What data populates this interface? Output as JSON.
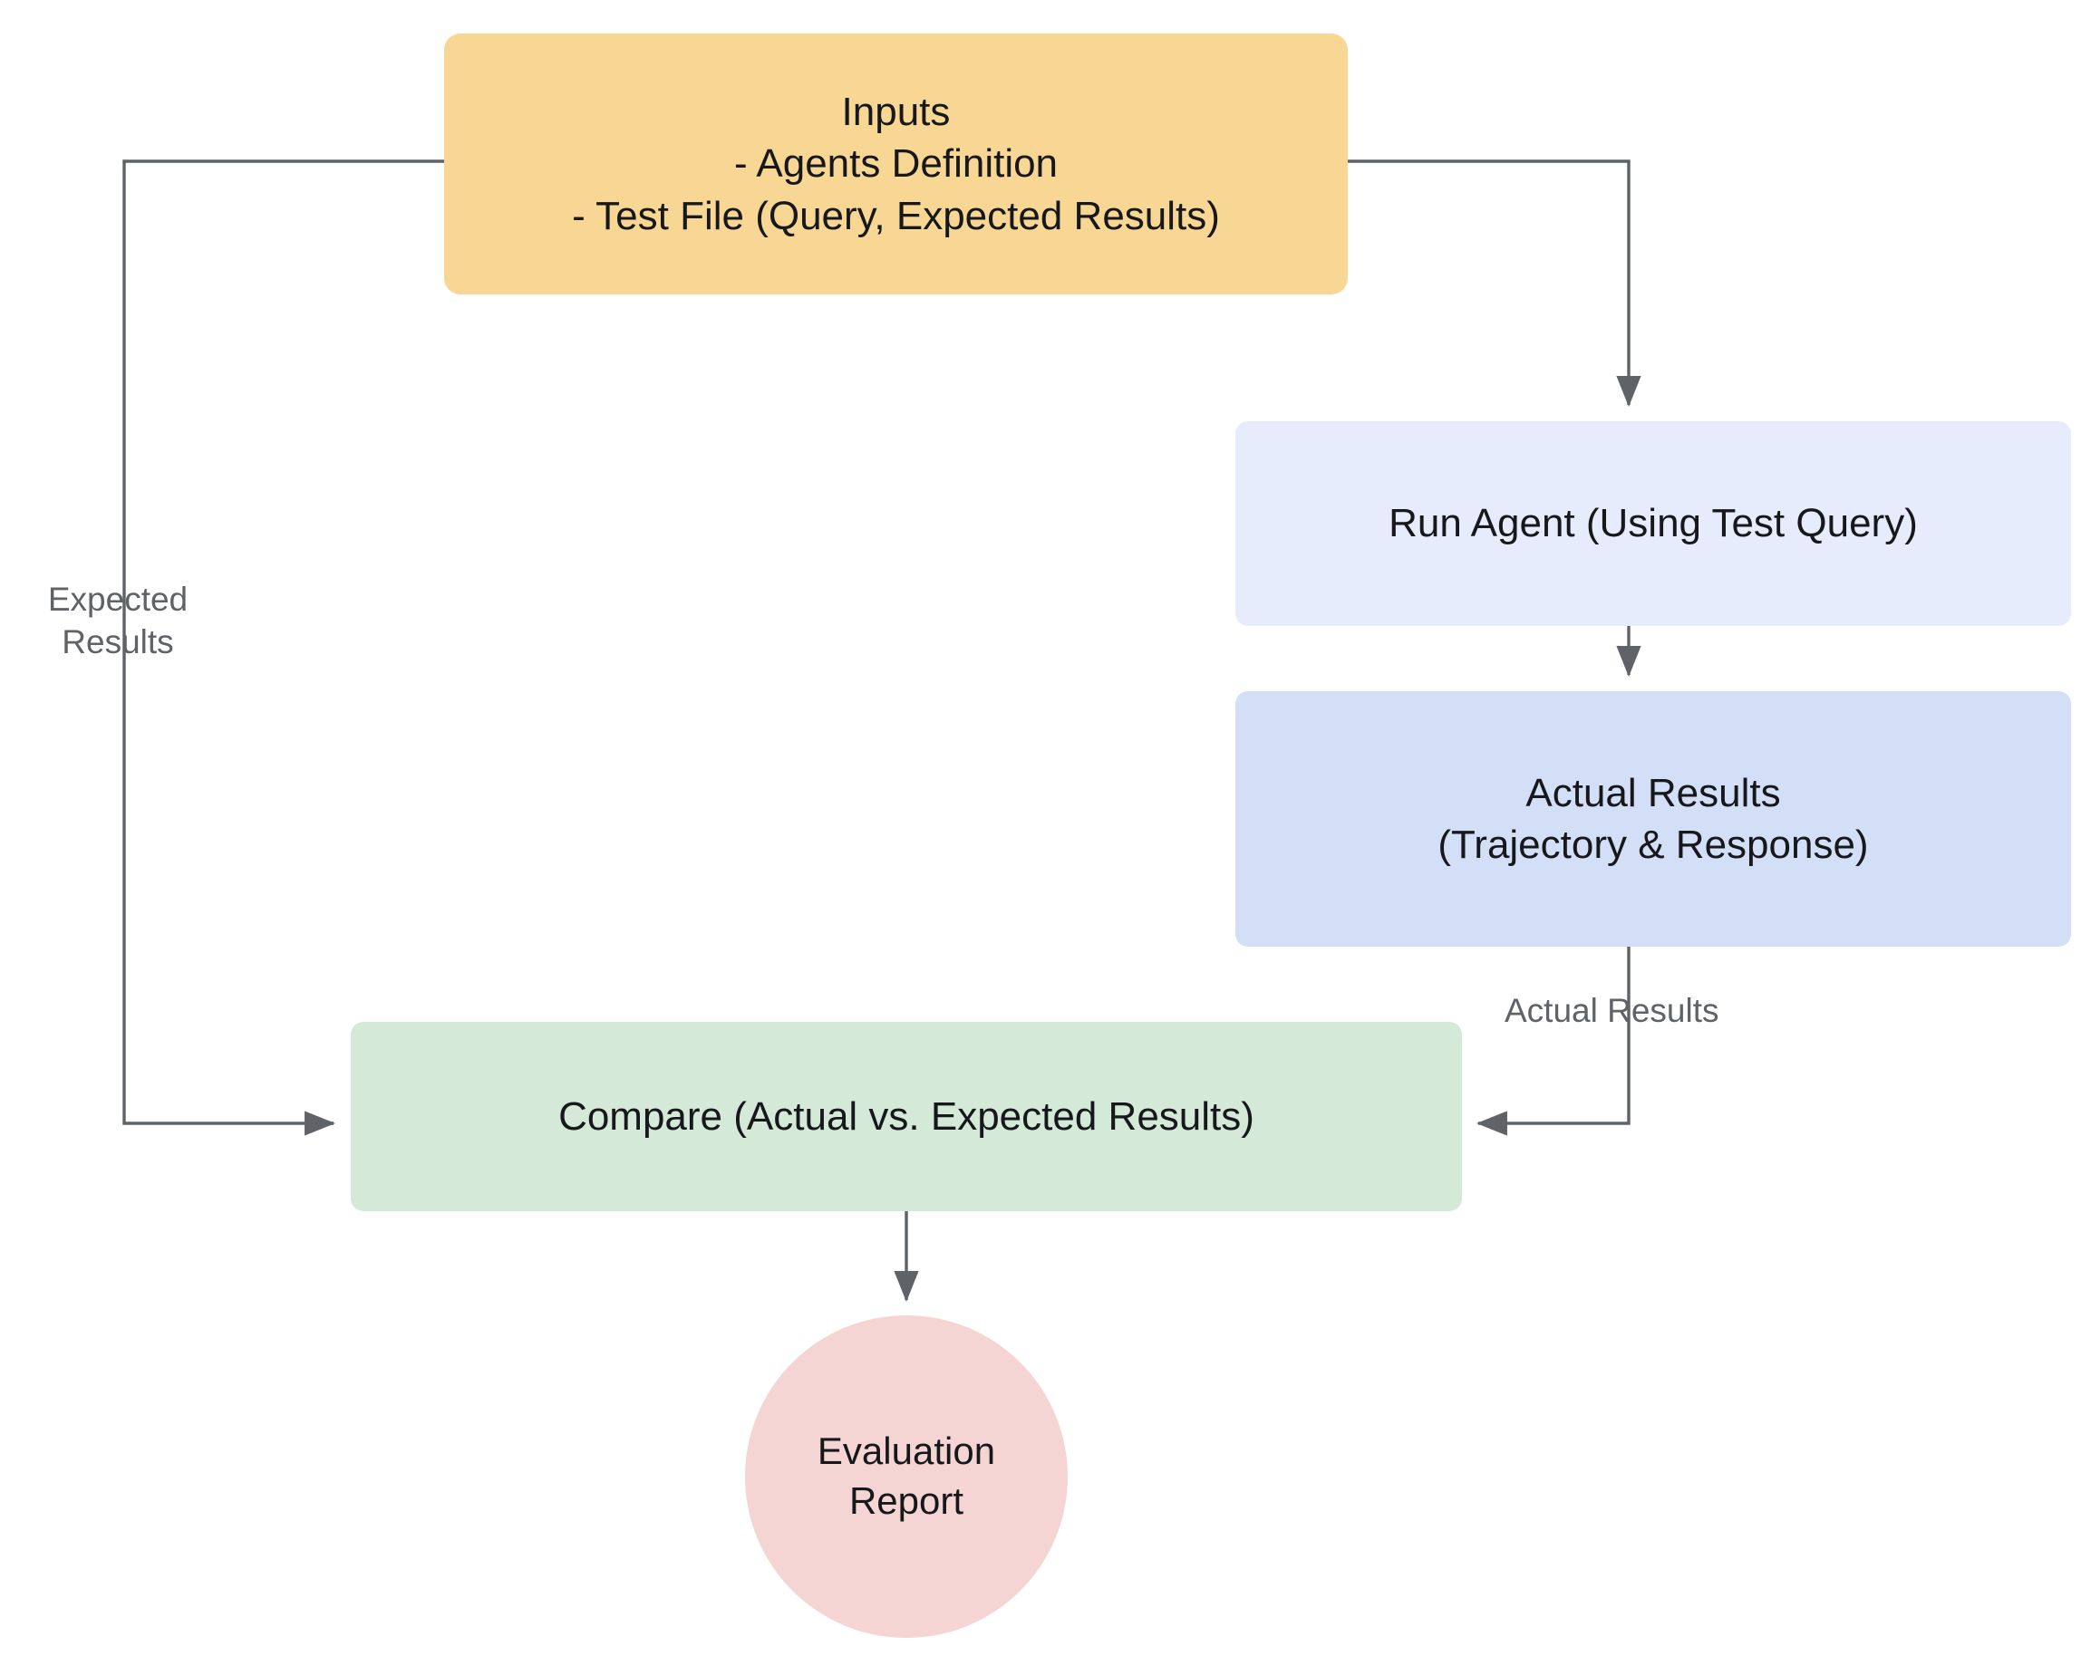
{
  "diagram": {
    "title": "Agent Evaluation Flow",
    "background_color": "#ffffff",
    "edge_color": "#5f6368",
    "nodes": [
      {
        "id": "inputs",
        "label": "Inputs\n- Agents Definition\n- Test File (Query, Expected Results)",
        "shape": "rounded-rectangle",
        "color": "#f8d694"
      },
      {
        "id": "run_agent",
        "label": "Run Agent (Using Test Query)",
        "shape": "rounded-rectangle",
        "color": "#e6ecfb"
      },
      {
        "id": "actual_results",
        "label": "Actual Results\n(Trajectory & Response)",
        "shape": "rounded-rectangle",
        "color": "#d3dff7"
      },
      {
        "id": "compare",
        "label": "Compare (Actual vs. Expected Results)",
        "shape": "rounded-rectangle",
        "color": "#d4e9d7"
      },
      {
        "id": "evaluation_report",
        "label": "Evaluation\nReport",
        "shape": "circle",
        "color": "#f5d5d3"
      }
    ],
    "edges": [
      {
        "id": "inputs-to-compare",
        "from": "inputs",
        "to": "compare",
        "label": "Expected\nResults",
        "arrow": "triangle"
      },
      {
        "id": "inputs-to-run-agent",
        "from": "inputs",
        "to": "run_agent",
        "label": "",
        "arrow": "triangle"
      },
      {
        "id": "run-agent-to-actual-results",
        "from": "run_agent",
        "to": "actual_results",
        "label": "",
        "arrow": "triangle"
      },
      {
        "id": "actual-results-to-compare",
        "from": "actual_results",
        "to": "compare",
        "label": "Actual Results",
        "arrow": "triangle"
      },
      {
        "id": "compare-to-report",
        "from": "compare",
        "to": "evaluation_report",
        "label": "",
        "arrow": "triangle"
      }
    ]
  }
}
